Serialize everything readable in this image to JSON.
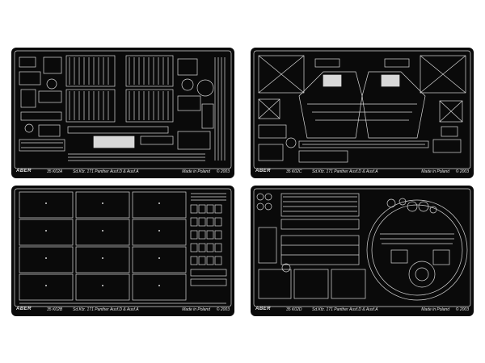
{
  "sheets": [
    {
      "brand": "ABER",
      "code": "35 K02A",
      "title": "Sd.Kfz. 171 Panther Ausf.D & Ausf.A",
      "made": "Made in Poland",
      "year": "© 2003"
    },
    {
      "brand": "ABER",
      "code": "35 K02C",
      "title": "Sd.Kfz. 171 Panther Ausf.D & Ausf.A",
      "made": "Made in Poland",
      "year": "© 2003"
    },
    {
      "brand": "ABER",
      "code": "35 K02B",
      "title": "Sd.Kfz. 171 Panther Ausf.D & Ausf.A",
      "made": "Made in Poland",
      "year": "© 2003"
    },
    {
      "brand": "ABER",
      "code": "35 K02D",
      "title": "Sd.Kfz. 171 Panther Ausf.D & Ausf.A",
      "made": "Made in Poland",
      "year": "© 2003"
    }
  ],
  "colors": {
    "background": "#ffffff",
    "fret": "#0a0a0a",
    "etch": "#d8d8d8"
  }
}
